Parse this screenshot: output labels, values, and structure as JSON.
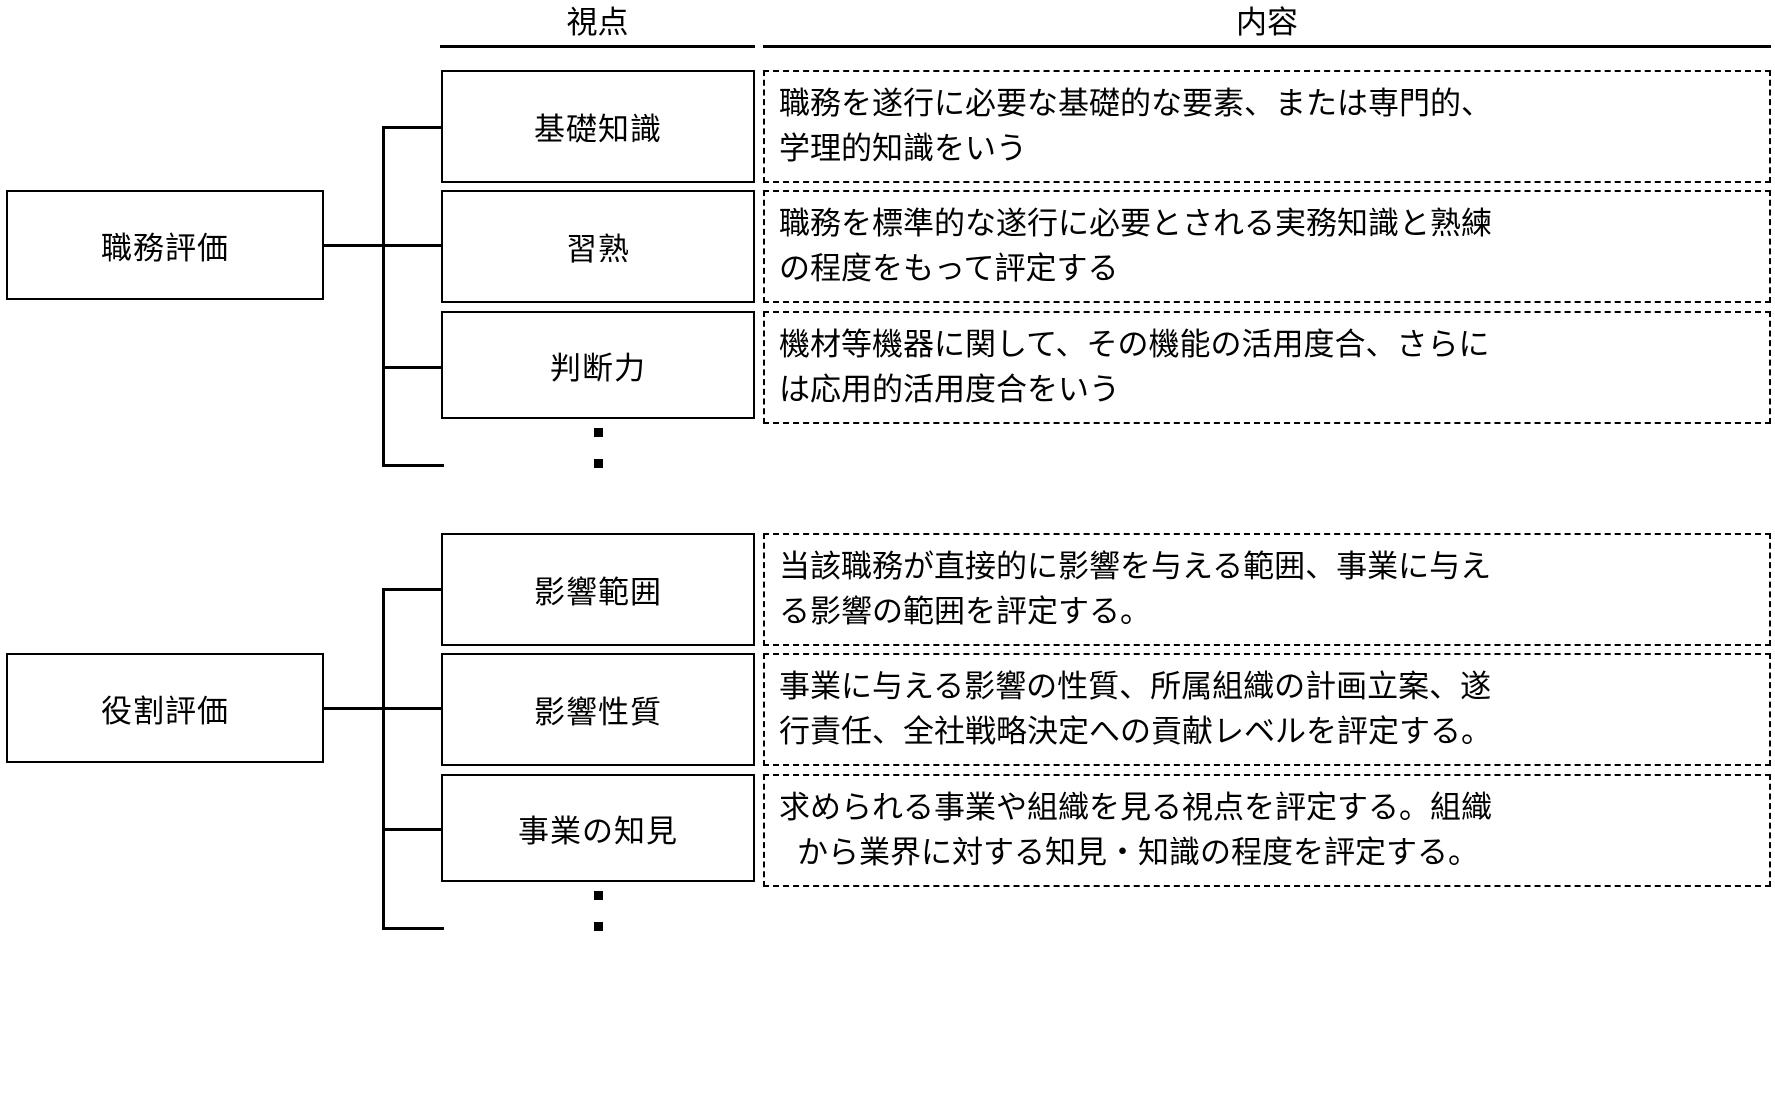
{
  "headers": {
    "viewpoint": "視点",
    "content": "内容"
  },
  "sections": [
    {
      "root": "職務評価",
      "items": [
        {
          "viewpoint": "基礎知識",
          "content": "職務を遂行に必要な基礎的な要素、または専門的、学理的知識をいう",
          "lines": [
            "職務を遂行に必要な基礎的な要素、または専門的、",
            "学理的知識をいう"
          ]
        },
        {
          "viewpoint": "習熟",
          "content": "職務を標準的な遂行に必要とされる実務知識と熟練の程度をもって評定する",
          "lines": [
            "職務を標準的な遂行に必要とされる実務知識と熟練",
            "の程度をもって評定する"
          ]
        },
        {
          "viewpoint": "判断力",
          "content": "機材等機器に関して、その機能の活用度合、さらには応用的活用度合をいう",
          "lines": [
            "機材等機器に関して、その機能の活用度合、さらに",
            "は応用的活用度合をいう"
          ]
        }
      ],
      "ellipsis": "⋮"
    },
    {
      "root": "役割評価",
      "items": [
        {
          "viewpoint": "影響範囲",
          "content": "当該職務が直接的に影響を与える範囲、事業に与える影響の範囲を評定する。",
          "lines": [
            "当該職務が直接的に影響を与える範囲、事業に与え",
            "る影響の範囲を評定する。"
          ]
        },
        {
          "viewpoint": "影響性質",
          "content": "事業に与える影響の性質、所属組織の計画立案、遂行責任、全社戦略決定への貢献レベルを評定する。",
          "lines": [
            "事業に与える影響の性質、所属組織の計画立案、遂",
            "行責任、全社戦略決定への貢献レベルを評定する。"
          ]
        },
        {
          "viewpoint": "事業の知見",
          "content": "求められる事業や組織を見る視点を評定する。組織から業界に対する知見・知識の程度を評定する。",
          "lines": [
            "求められる事業や組織を見る視点を評定する。組織",
            "から業界に対する知見・知識の程度を評定する。"
          ]
        }
      ],
      "ellipsis": "⋮"
    }
  ],
  "colors": {
    "line": "#000000",
    "background": "#ffffff"
  }
}
